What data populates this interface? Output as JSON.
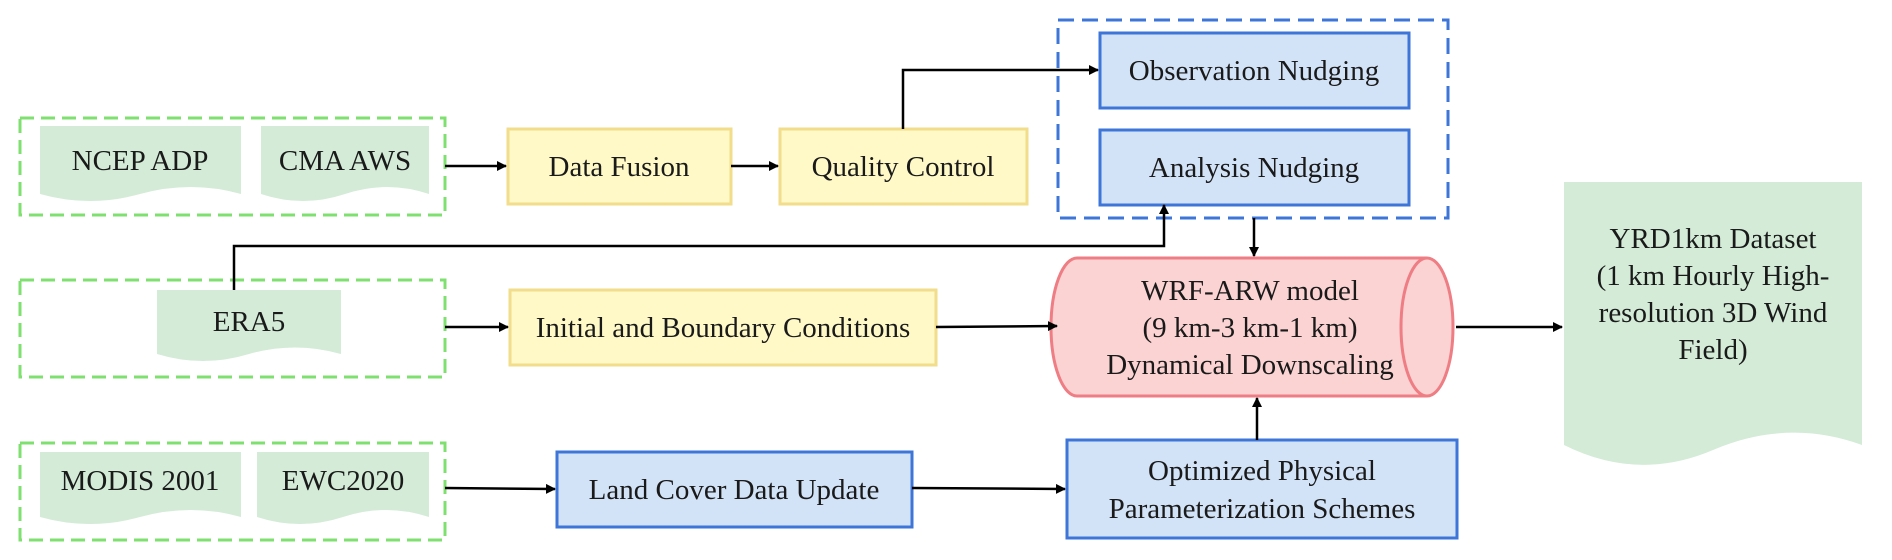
{
  "sources": {
    "ncep_adp": "NCEP ADP",
    "cma_aws": "CMA AWS",
    "era5": "ERA5",
    "modis_2001": "MODIS 2001",
    "ewc2020": "EWC2020"
  },
  "processes": {
    "data_fusion": "Data Fusion",
    "quality_control": "Quality Control",
    "initial_boundary": "Initial and Boundary Conditions",
    "land_cover_update": "Land Cover Data Update",
    "observation_nudging": "Observation Nudging",
    "analysis_nudging": "Analysis Nudging",
    "physics_line1": "Optimized Physical",
    "physics_line2": "Parameterization Schemes"
  },
  "model": {
    "line1": "WRF-ARW model",
    "line2": "(9 km-3 km-1 km)",
    "line3": "Dynamical Downscaling"
  },
  "output": {
    "line1": "YRD1km Dataset",
    "line2": "(1 km Hourly High-",
    "line3": "resolution 3D Wind",
    "line4": "Field)"
  },
  "colors": {
    "source_fill": "#d3ebd7",
    "source_border": "#7fe06f",
    "yellow_fill": "#fff9c8",
    "yellow_border": "#f2dd8b",
    "blue_fill": "#d2e2f7",
    "blue_border": "#3d76d8",
    "model_fill": "#fbd3d3",
    "model_border": "#ee7d84",
    "arrow": "#000000"
  }
}
